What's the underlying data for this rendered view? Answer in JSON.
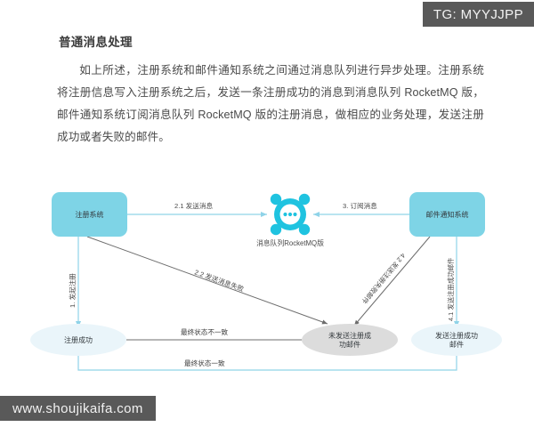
{
  "watermarks": {
    "top_right": "TG: MYYJJPP",
    "bottom_left": "www.shoujikaifa.com"
  },
  "article": {
    "title": "普通消息处理",
    "paragraph": "如上所述，注册系统和邮件通知系统之间通过消息队列进行异步处理。注册系统将注册信息写入注册系统之后，发送一条注册成功的消息到消息队列 RocketMQ 版，邮件通知系统订阅消息队列 RocketMQ 版的注册消息，做相应的业务处理，发送注册成功或者失败的邮件。"
  },
  "diagram": {
    "nodes": {
      "register_system": "注册系统",
      "mail_notify_system": "邮件通知系统",
      "mq_caption": "消息队列RocketMQ版",
      "register_success": "注册成功",
      "unsent_mail": "未发送注册成功邮件",
      "unsent_mail_line1": "未发送注册成",
      "unsent_mail_line2": "功邮件",
      "sent_mail": "发送注册成功邮件",
      "sent_mail_line1": "发送注册成功",
      "sent_mail_line2": "邮件"
    },
    "edges": {
      "e_2_1": "2.1 发送消息",
      "e_3": "3. 订阅消息",
      "e_1": "1. 发起注册",
      "e_2_2": "2.2 发送消息失败",
      "e_4_1": "4.1 发送注册成功邮件",
      "e_4_2": "4.2 发送注册失败邮件",
      "e_inconsistent": "最终状态不一致",
      "e_consistent": "最终状态一致"
    },
    "colors": {
      "box_fill": "#7ed4e6",
      "mq_icon": "#1fc3e0",
      "ellipse_fill": "#eaf5fa",
      "ellipse_gray_fill": "#dcdcdc",
      "arrow_blue": "#8fd3e8",
      "arrow_gray": "#6d6d6d"
    }
  }
}
